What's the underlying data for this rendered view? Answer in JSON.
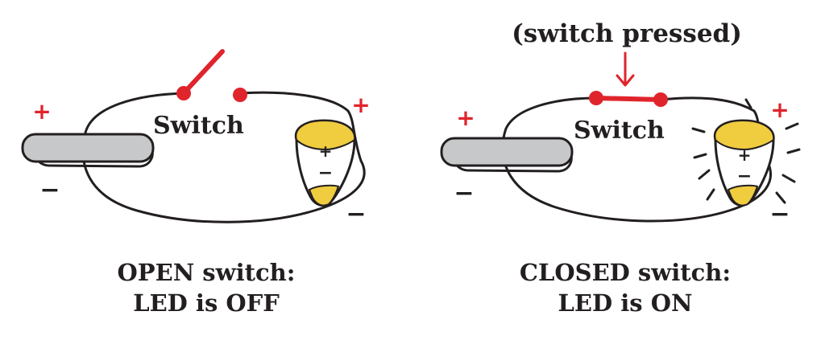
{
  "colors": {
    "wire": "#231f20",
    "switch_red": "#e0242c",
    "battery_fill": "#c7c8ca",
    "led_yellow": "#f0cc3f",
    "sign_red": "#e0242c"
  },
  "left_panel": {
    "switch_label": "Switch",
    "battery_plus": "+",
    "battery_minus": "−",
    "led_plus": "+",
    "led_minus": "−",
    "led_body_plus": "+",
    "led_body_minus": "−",
    "caption_line1": "OPEN switch:",
    "caption_line2": "LED is OFF"
  },
  "right_panel": {
    "annotation": "(switch pressed)",
    "switch_label": "Switch",
    "battery_plus": "+",
    "battery_minus": "−",
    "led_plus": "+",
    "led_minus": "−",
    "led_body_plus": "+",
    "led_body_minus": "−",
    "caption_line1": "CLOSED switch:",
    "caption_line2": "LED is ON"
  }
}
